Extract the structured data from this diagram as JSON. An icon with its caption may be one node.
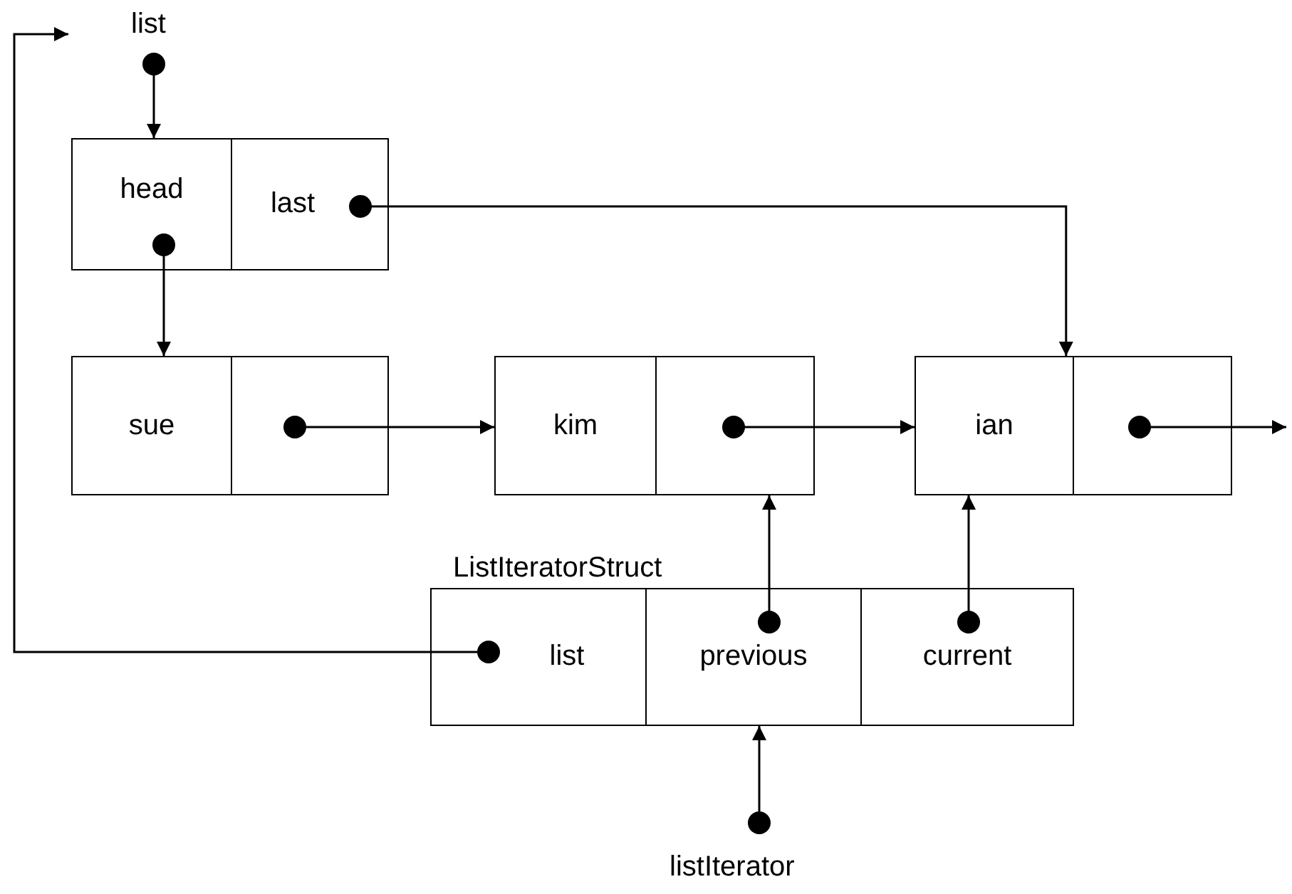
{
  "diagram": {
    "nodes": [
      {
        "text": [
          "list"
        ]
      },
      {
        "text": [
          "head"
        ]
      },
      {
        "text": [
          "last"
        ]
      },
      {
        "text": [
          "sue"
        ]
      },
      {
        "text": [],
        "shape": "box"
      },
      {
        "text": [
          "kim"
        ]
      },
      {
        "text": [],
        "shape": "box"
      },
      {
        "text": [
          "ian"
        ]
      },
      {
        "text": [],
        "shape": "box"
      },
      {
        "text": [
          "ListIteratorStruct"
        ]
      },
      {
        "text": [
          "list"
        ],
        "in": 9
      },
      {
        "text": [
          "previous"
        ],
        "in": 9
      },
      {
        "text": [
          "current"
        ],
        "in": 9
      },
      {
        "text": [
          "listIterator"
        ]
      }
    ],
    "edges": [
      {
        "from": 0,
        "to": 1,
        "arrow": "to"
      },
      {
        "from": 2,
        "to": 7,
        "arrow": "to"
      },
      {
        "from": 1,
        "to": 3,
        "arrow": "to"
      },
      {
        "from": 4,
        "to": 5,
        "arrow": "to"
      },
      {
        "from": 6,
        "to": 7,
        "arrow": "to"
      },
      {
        "from": 8,
        "to": null,
        "arrow": "to"
      },
      {
        "from": 10,
        "to": 0,
        "arrow": "to"
      },
      {
        "from": 11,
        "to": 6,
        "arrow": "to"
      },
      {
        "from": 12,
        "to": 7,
        "arrow": "to"
      },
      {
        "from": 13,
        "to": 11,
        "arrow": "to"
      }
    ]
  }
}
